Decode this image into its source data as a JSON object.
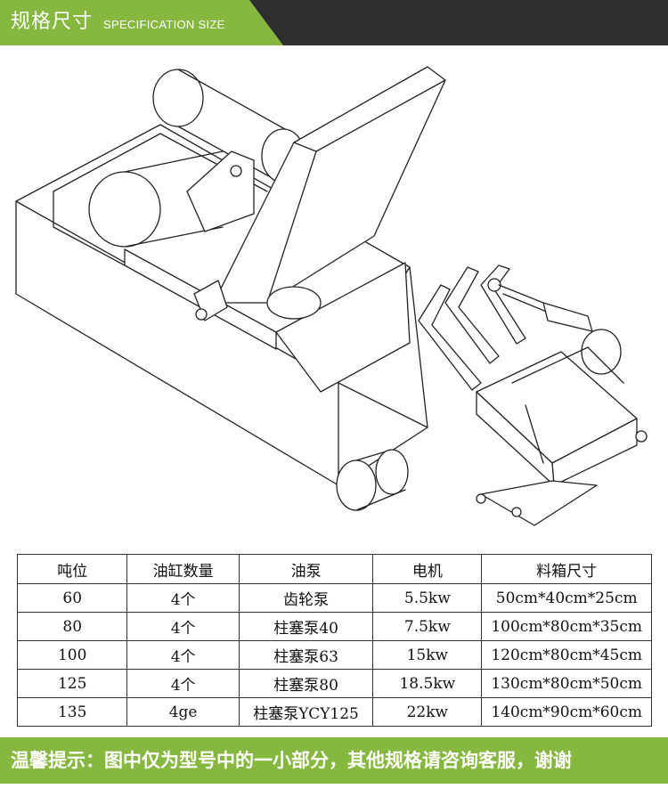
{
  "header": {
    "title": "规格尺寸",
    "subtitle": "SPECIFICATION SIZE",
    "accent_color": "#86b83f",
    "background_color": "#2f2f2f"
  },
  "illustration": {
    "icon": "hydraulic-baler-machine-drawing"
  },
  "table": {
    "headers": [
      "吨位",
      "油缸数量",
      "油泵",
      "电机",
      "料箱尺寸"
    ],
    "rows": [
      [
        "60",
        "4个",
        "齿轮泵",
        "5.5kw",
        "50cm*40cm*25cm"
      ],
      [
        "80",
        "4个",
        "柱塞泵40",
        "7.5kw",
        "100cm*80cm*35cm"
      ],
      [
        "100",
        "4个",
        "柱塞泵63",
        "15kw",
        "120cm*80cm*45cm"
      ],
      [
        "125",
        "4个",
        "柱塞泵80",
        "18.5kw",
        "130cm*80cm*50cm"
      ],
      [
        "135",
        "4ge",
        "柱塞泵YCY125",
        "22kw",
        "140cm*90cm*60cm"
      ]
    ]
  },
  "footer": {
    "notice": "温馨提示：图中仅为型号中的一小部分，其他规格请咨询客服，谢谢",
    "background_color": "#86b83f"
  }
}
